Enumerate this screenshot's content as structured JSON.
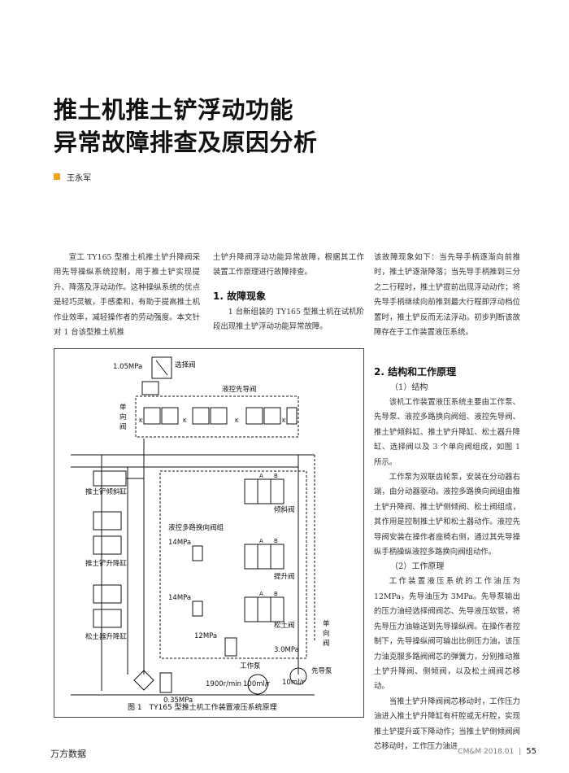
{
  "title": {
    "line1": "推土机推土铲浮动功能",
    "line2": "异常故障排查及原因分析"
  },
  "author": "王永军",
  "col1": {
    "p1": "宣工 TY165 型推土机推土铲升降阀采用先导操纵系统控制，用于推土铲实现提升、降落及浮动动作。这种操纵系统的优点是轻巧灵敏，手感柔和，有助于提高推土机作业效率，减轻操作者的劳动强度。本文针对 1 台该型推土机推"
  },
  "col2": {
    "p1": "土铲升降阀浮动功能异常故障，根据其工作装置工作原理进行故障排查。",
    "h1": "1. 故障现象",
    "p2": "1 台新组装的 TY165 型推土机在试机阶段出现推土铲浮动功能异常故障。"
  },
  "col3": {
    "p1": "该故障现象如下：当先导手柄逐渐向前推时，推土铲逐渐降落；当先导手柄推到三分之二行程时，推土铲提前出现浮动动作；将先导手柄继续向前推到最大行程即浮动档位置时，推土铲反而无法浮动。初步判断该故障存在于工作装置液压系统。"
  },
  "col4": {
    "h2": "2. 结构和工作原理",
    "h3a": "（1）结构",
    "p1": "该机工作装置液压系统主要由工作泵、先导泵、液控多路换向阀组、液控先导阀、推土铲倾斜缸、推土铲升降缸、松土器升降缸、选择阀以及 3 个单向阀组成，如图 1 所示。",
    "p2": "工作泵为双联齿轮泵，安装在分动器右端，由分动器驱动。液控多路换向阀组由推土铲升降阀、推土铲侧倾阀、松土阀组成，其作用是控制推土铲和松土器动作。液控先导阀安装在操作者座椅右侧，通过其先导操纵手柄操纵液控多路换向阀组动作。",
    "h3b": "（2）工作原理",
    "p3": "工作装置液压系统的工作油压为 12MPa，先导油压为 3MPa。先导泵输出的压力油经选择阀阀芯、先导液压软管，将先导压力油输送到先导操纵阀。在操作者控制下，先导操纵阀可输出比例压力油，该压力油克服多路阀阀芯的弹簧力，分别推动推土铲升降阀、侧倾阀，以及松土阀阀芯移动。",
    "p4": "当推土铲升降阀阀芯移动时，工作压力油进入推土铲升降缸有杆腔或无杆腔，实现推土铲提升或下降动作；当推土铲侧倾阀阀芯移动时，工作压力油进"
  },
  "figure": {
    "caption": "图 1　TY165 型推土机工作装置液压系统原理",
    "labels": {
      "p105": "1.05MPa",
      "select_valve": "选择阀",
      "pilot_valve": "液控先导阀",
      "check_valve_left": "单\n向\n阀",
      "tilt_cyl": "推土铲倾斜缸",
      "tilt_valve": "倾斜阀",
      "multi_valve": "液控多路换向阀组",
      "p14a": "14MPa",
      "lift_valve": "提升阀",
      "lift_cyl": "推土铲升降缸",
      "p14b": "14MPa",
      "ripper_valve": "松土阀",
      "ripper_cyl": "松土器升降缸",
      "check_valve_right": "单\n向\n阀",
      "p12": "12MPa",
      "p30": "3.0MPa",
      "work_pump": "工作泵",
      "pilot_pump": "先导泵",
      "p035": "0.35MPa",
      "speed": "1900r/min",
      "flow100": "100ml/r",
      "flow10": "10ml/r",
      "K": "K",
      "A": "A",
      "B": "B"
    }
  },
  "footer": {
    "left": "万方数据",
    "journal": "CM&M 2018.01",
    "sep": "|",
    "page": "55"
  }
}
